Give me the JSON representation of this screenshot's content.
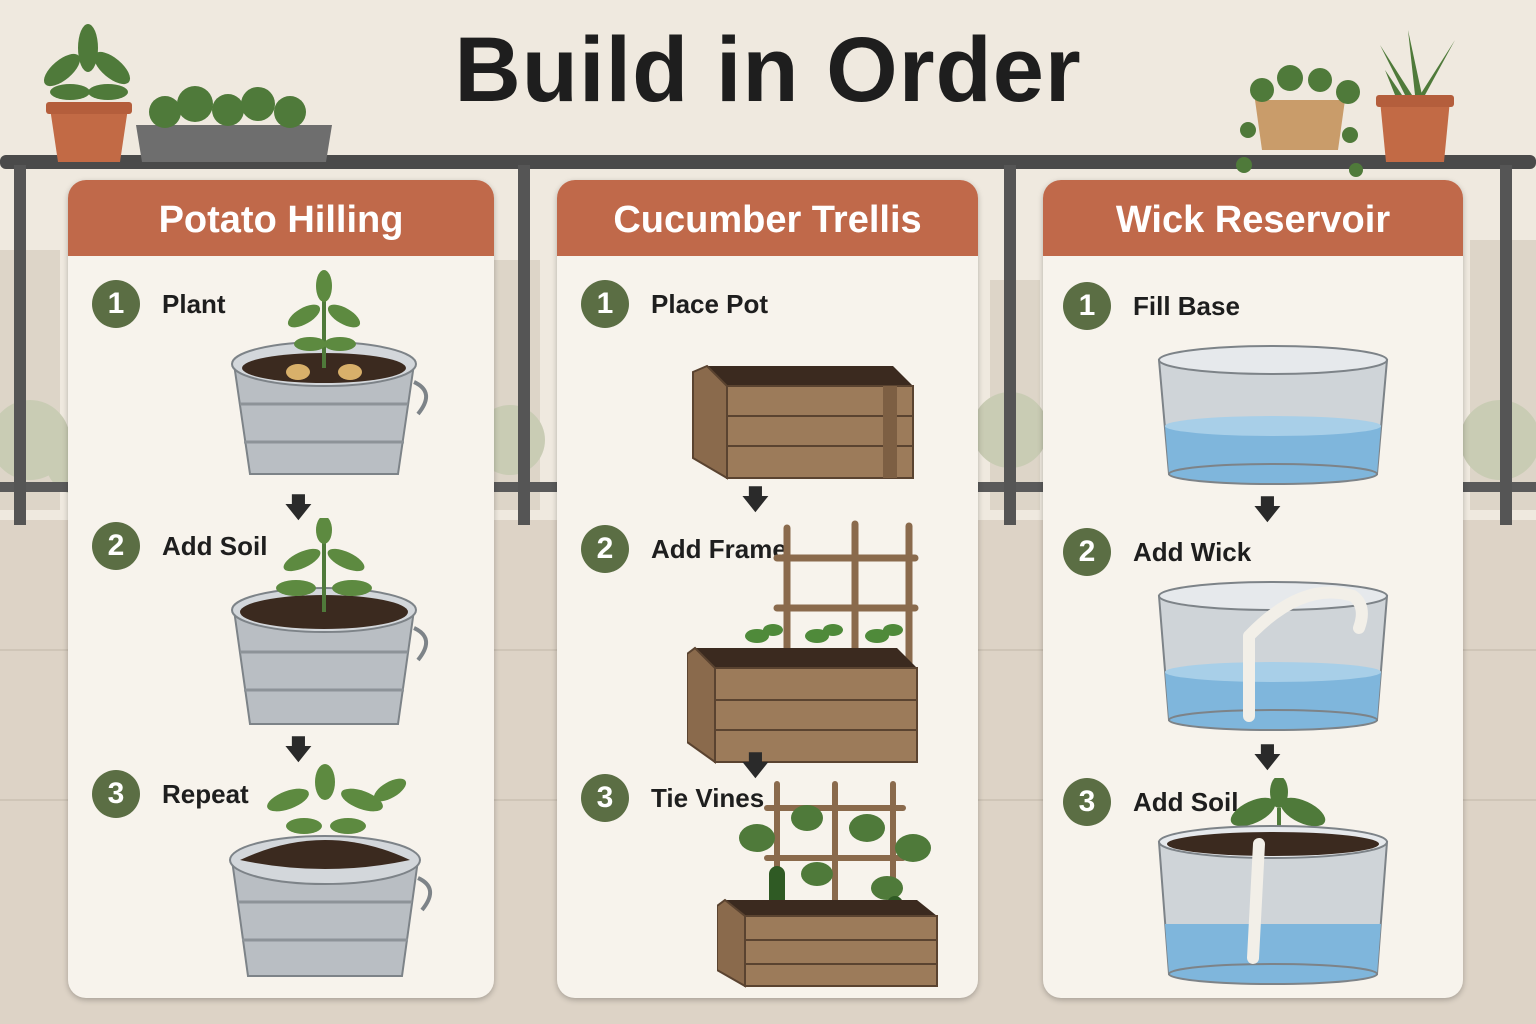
{
  "title": "Build in Order",
  "colors": {
    "header": "#c0694a",
    "badge": "#5b6e44",
    "background": "#efe9df",
    "card": "#f7f3ec"
  },
  "cards": [
    {
      "heading": "Potato Hilling",
      "steps": [
        {
          "num": "1",
          "label": "Plant"
        },
        {
          "num": "2",
          "label": "Add Soil"
        },
        {
          "num": "3",
          "label": "Repeat"
        }
      ]
    },
    {
      "heading": "Cucumber Trellis",
      "steps": [
        {
          "num": "1",
          "label": "Place Pot"
        },
        {
          "num": "2",
          "label": "Add Frame"
        },
        {
          "num": "3",
          "label": "Tie Vines"
        }
      ]
    },
    {
      "heading": "Wick Reservoir",
      "steps": [
        {
          "num": "1",
          "label": "Fill Base"
        },
        {
          "num": "2",
          "label": "Add Wick"
        },
        {
          "num": "3",
          "label": "Add Soil"
        }
      ]
    }
  ]
}
